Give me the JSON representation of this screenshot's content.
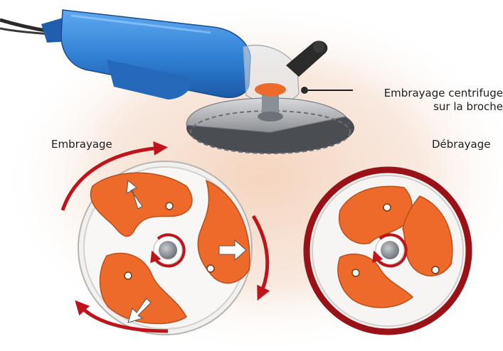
{
  "labels": {
    "callout_line1": "Embrayage centrifuge",
    "callout_line2": "sur la broche",
    "engaged": "Embrayage",
    "disengaged": "Débrayage"
  },
  "colors": {
    "shoe_orange": "#ee6a2a",
    "arrow_red": "#c0141c",
    "tool_blue": "#2f7fd4",
    "drum_grey": "#e8e6e4",
    "background_glow": "#f2d7c4"
  },
  "icons": [
    "angle-grinder",
    "centrifugal-clutch",
    "rotation-arrow",
    "outward-arrow"
  ]
}
